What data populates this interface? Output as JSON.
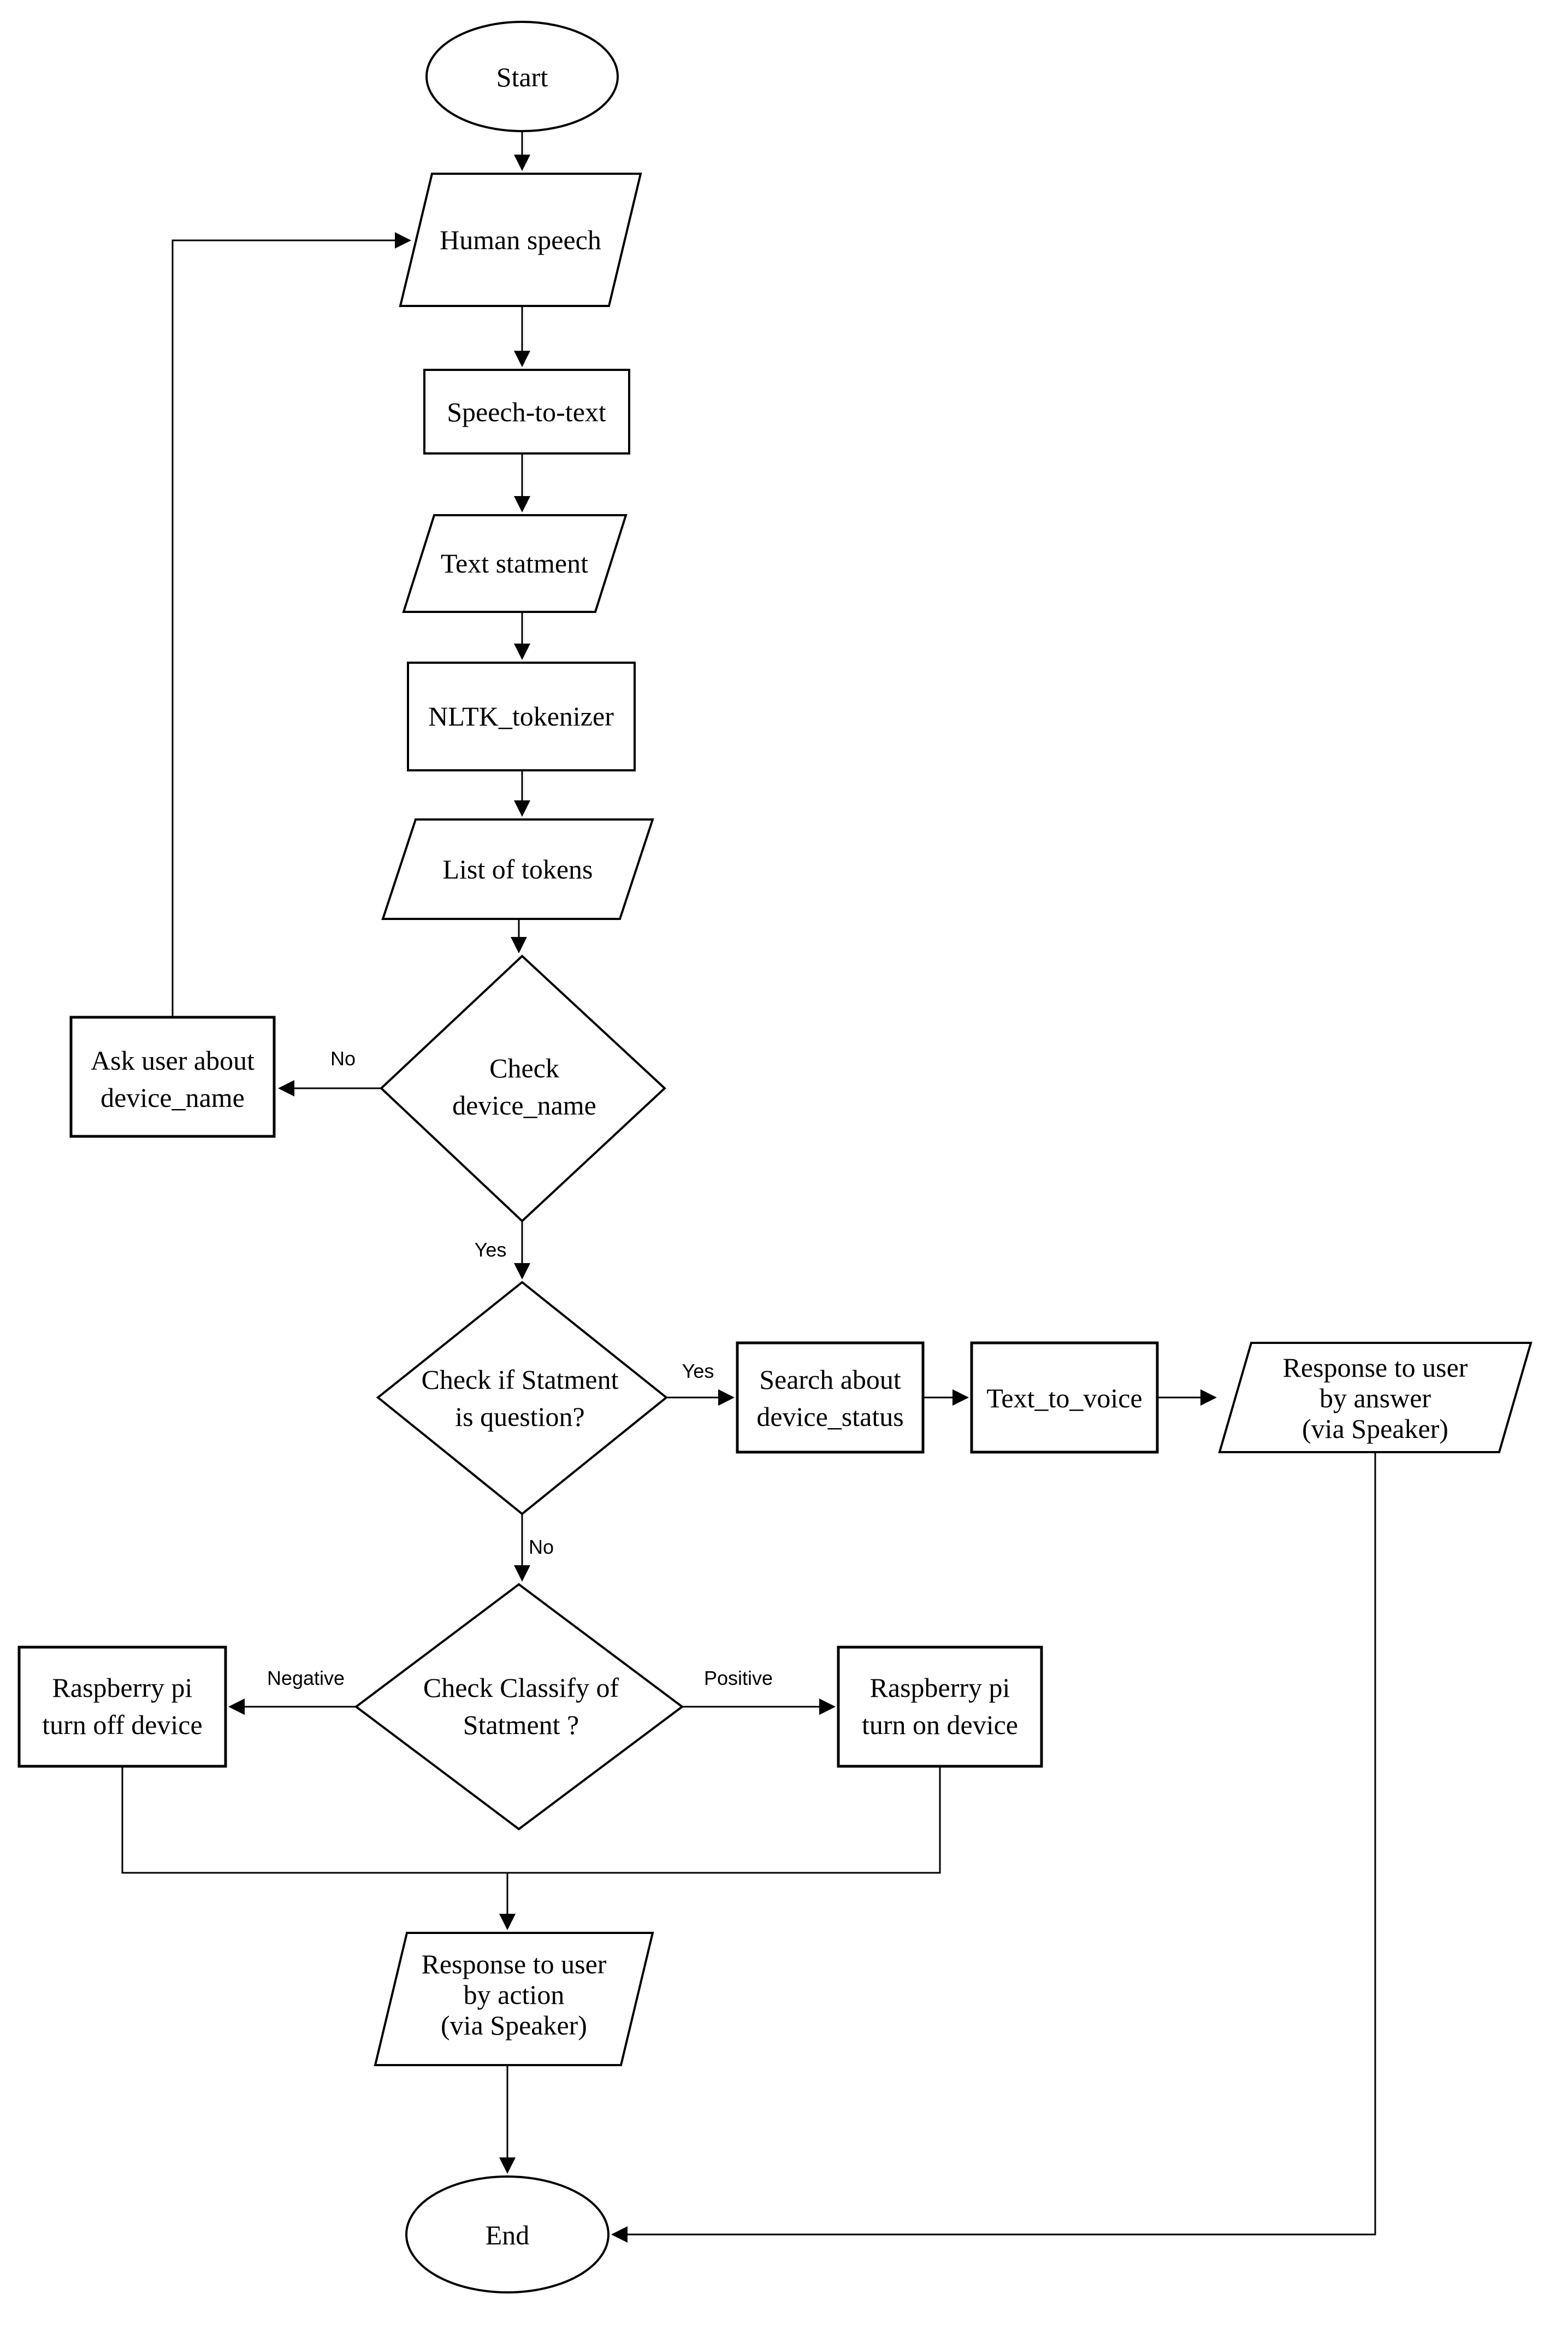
{
  "nodes": {
    "start": {
      "type": "terminator",
      "label": "Start"
    },
    "human_speech": {
      "type": "io",
      "label": "Human speech"
    },
    "speech_to_text": {
      "type": "process",
      "label": "Speech-to-text"
    },
    "text_statement": {
      "type": "io",
      "label": "Text statment"
    },
    "nltk_tokenizer": {
      "type": "process",
      "label": "NLTK_tokenizer"
    },
    "list_of_tokens": {
      "type": "io",
      "label": "List of tokens"
    },
    "check_device_name": {
      "type": "decision",
      "lines": [
        "Check",
        "device_name"
      ]
    },
    "ask_user": {
      "type": "process",
      "lines": [
        "Ask user about",
        "device_name"
      ]
    },
    "check_question": {
      "type": "decision",
      "lines": [
        "Check if Statment",
        "is question?"
      ]
    },
    "search_status": {
      "type": "process",
      "lines": [
        "Search about",
        "device_status"
      ]
    },
    "text_to_voice": {
      "type": "process",
      "label": "Text_to_voice"
    },
    "response_answer": {
      "type": "io",
      "lines": [
        "Response to user",
        "by answer",
        "(via Speaker)"
      ]
    },
    "check_classify": {
      "type": "decision",
      "lines": [
        "Check Classify of",
        "Statment ?"
      ]
    },
    "turn_off": {
      "type": "process",
      "lines": [
        "Raspberry pi",
        "turn off device"
      ]
    },
    "turn_on": {
      "type": "process",
      "lines": [
        "Raspberry pi",
        "turn on device"
      ]
    },
    "response_action": {
      "type": "io",
      "lines": [
        "Response to user",
        "by action",
        "(via Speaker)"
      ]
    },
    "end": {
      "type": "terminator",
      "label": "End"
    }
  },
  "edge_labels": {
    "device_no": "No",
    "device_yes": "Yes",
    "question_yes": "Yes",
    "question_no": "No",
    "classify_negative": "Negative",
    "classify_positive": "Positive"
  },
  "colors": {
    "stroke": "#000000",
    "node_fill": "#ffffff",
    "background": "#ffffff"
  }
}
